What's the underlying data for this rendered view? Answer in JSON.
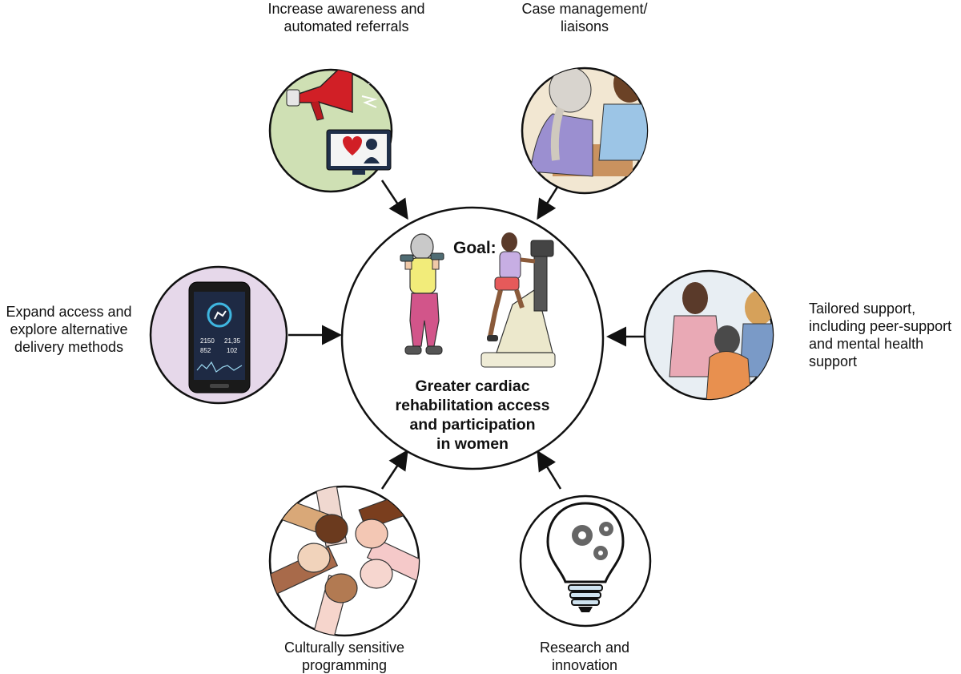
{
  "goal": {
    "title": "Goal:",
    "lines": [
      "Greater cardiac",
      "rehabilitation access",
      "and participation",
      "in women"
    ]
  },
  "nodes": {
    "awareness": {
      "lines": [
        "Increase awareness and",
        "automated referrals"
      ],
      "icon": "megaphone-icon",
      "bg": "#cfe0b4"
    },
    "case_management": {
      "lines": [
        "Case management/",
        "liaisons"
      ],
      "icon": "nurse-consultation-icon",
      "bg": "#f2e7d2"
    },
    "access": {
      "lines": [
        "Expand access and",
        "explore alternative",
        "delivery methods"
      ],
      "icon": "smartphone-app-icon",
      "bg": "#e6d8ea"
    },
    "support": {
      "lines": [
        "Tailored support,",
        "including peer-support",
        "and mental health",
        "support"
      ],
      "icon": "support-group-icon",
      "bg": "#e8eef3"
    },
    "cultural": {
      "lines": [
        "Culturally sensitive",
        "programming"
      ],
      "icon": "linked-hands-icon",
      "bg": "#ffffff"
    },
    "research": {
      "lines": [
        "Research and",
        "innovation"
      ],
      "icon": "lightbulb-gears-icon",
      "bg": "#ffffff"
    }
  },
  "phone": {
    "steps": "2150",
    "distance": "21,35",
    "calories": "852",
    "heart_rate": "102"
  },
  "colors": {
    "stroke": "#111111",
    "megaphone": "#d11f26",
    "scrubs": "#9cc5e6",
    "patient_top": "#9b8fd0",
    "gear": "#666666"
  }
}
